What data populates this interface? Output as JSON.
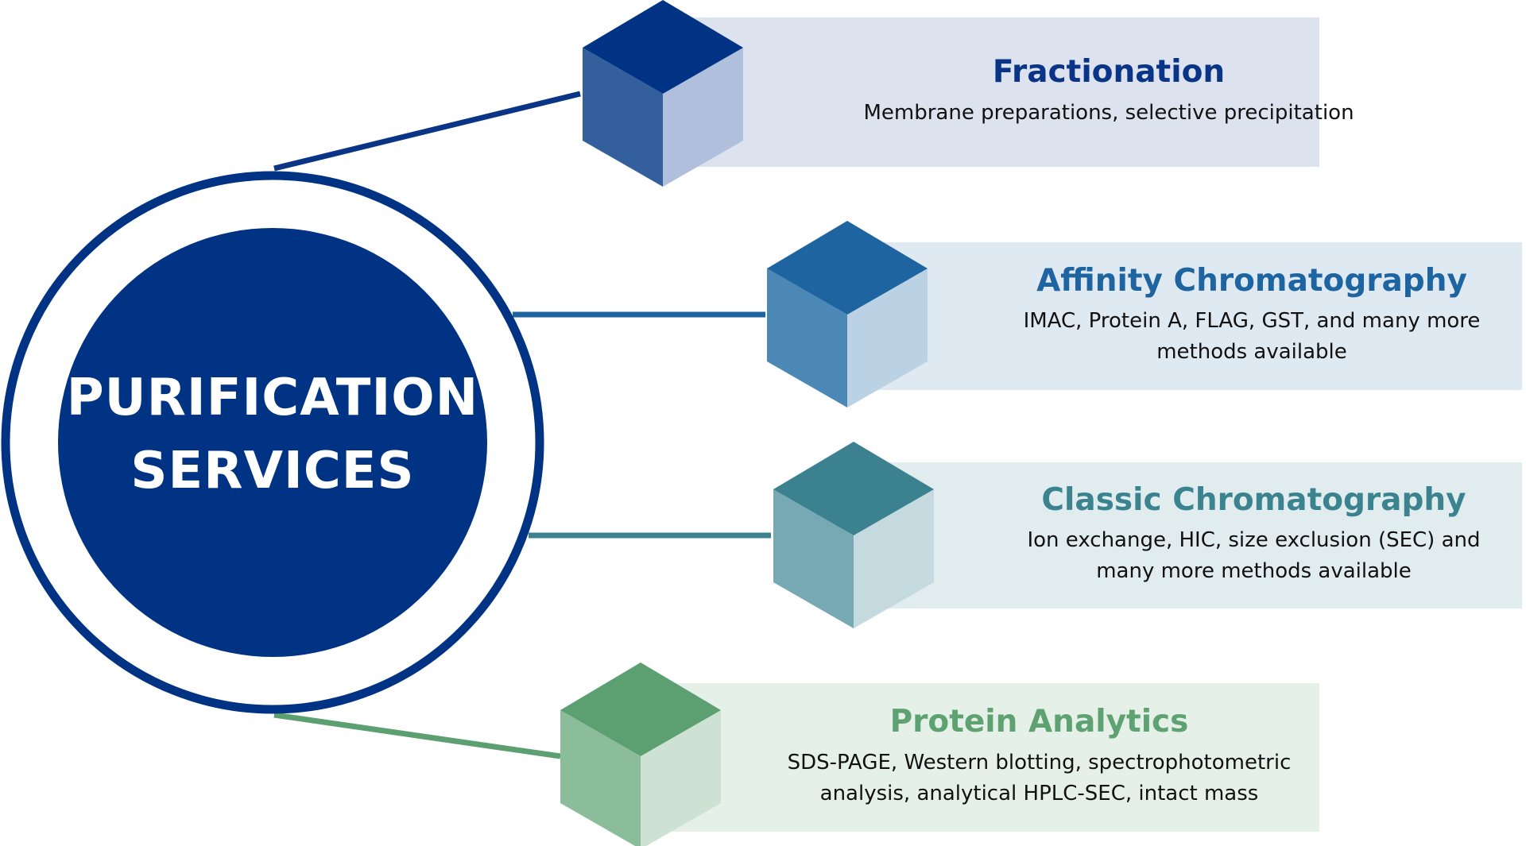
{
  "hub": {
    "line1": "PURIFICATION",
    "line2": "SERVICES"
  },
  "colors": {
    "navy": "#003383",
    "ring": "#003383"
  },
  "items": [
    {
      "title": "Fractionation",
      "desc1": "Membrane preparations, selective precipitation",
      "desc2": "",
      "color_title": "#0a3485",
      "color_panel": "#dce2ee",
      "cube_top": "#003383",
      "cube_left": "#335f9c",
      "cube_right": "#b0c0dc",
      "line": "#0a3485"
    },
    {
      "title": "Affinity Chromatography",
      "desc1": "IMAC, Protein A, FLAG, GST, and many more",
      "desc2": "methods available",
      "color_title": "#1e64a0",
      "color_panel": "#dfe9f2",
      "cube_top": "#1e64a0",
      "cube_left": "#4c88b6",
      "cube_right": "#bbd1e4",
      "line": "#1e64a0"
    },
    {
      "title": "Classic Chromatography",
      "desc1": "Ion exchange, HIC, size exclusion (SEC) and",
      "desc2": "many more methods available",
      "color_title": "#3c8390",
      "color_panel": "#e1ecee",
      "cube_top": "#3b8190",
      "cube_left": "#76a9b3",
      "cube_right": "#c4dadf",
      "line": "#3b8190"
    },
    {
      "title": "Protein Analytics",
      "desc1": "SDS-PAGE, Western blotting, spectrophotometric",
      "desc2": "analysis, analytical HPLC-SEC, intact mass",
      "color_title": "#5ea272",
      "color_panel": "#e5f0e8",
      "cube_top": "#5c9f70",
      "cube_left": "#8cbd9b",
      "cube_right": "#cde2d3",
      "line": "#5c9f70"
    }
  ]
}
